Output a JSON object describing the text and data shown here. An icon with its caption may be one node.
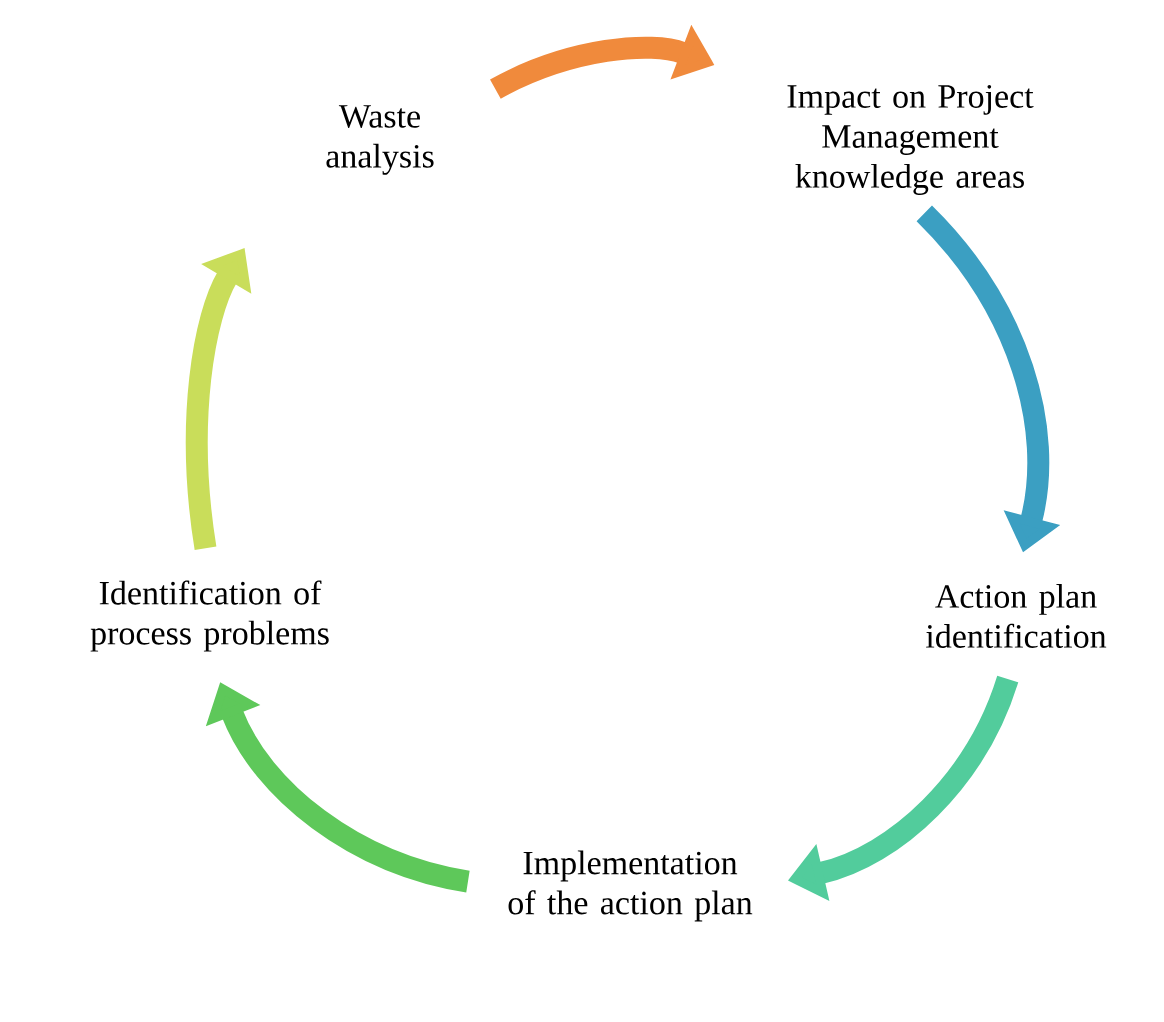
{
  "diagram": {
    "nodes": [
      {
        "text": [
          "Waste analysis"
        ]
      },
      {
        "text": [
          "Impact on Project Management knowledge areas"
        ]
      },
      {
        "text": [
          "Action plan identification"
        ]
      },
      {
        "text": [
          "Implementation of the action plan"
        ]
      },
      {
        "text": [
          "Identification of process problems"
        ]
      }
    ],
    "edges": [
      {
        "from": 0,
        "to": 1,
        "arrow": "to",
        "color": "#f08a3c"
      },
      {
        "from": 1,
        "to": 2,
        "arrow": "to",
        "color": "#3b9fc2"
      },
      {
        "from": 2,
        "to": 3,
        "arrow": "to",
        "color": "#52cc9c"
      },
      {
        "from": 3,
        "to": 4,
        "arrow": "to",
        "color": "#5ec85a"
      },
      {
        "from": 4,
        "to": 0,
        "arrow": "to",
        "color": "#c9dd5a"
      }
    ]
  }
}
